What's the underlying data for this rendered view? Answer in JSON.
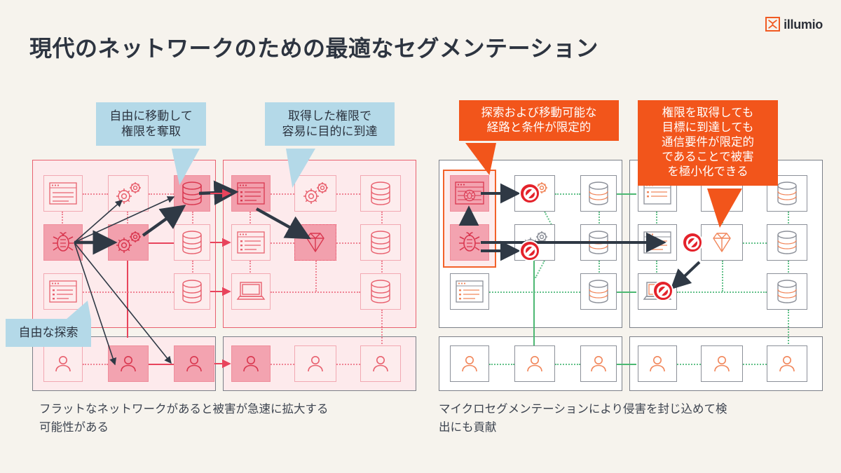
{
  "brand": {
    "logo_text": "illumio",
    "logo_icon": "illumio-x-mark-icon",
    "accent_orange": "#f05a22",
    "accent_red": "#e8445c",
    "accent_green": "#4cb872",
    "background": "#f6f3ed"
  },
  "header": {
    "title": "現代のネットワークのための最適なセグメンテーション"
  },
  "callouts": {
    "blue_1": "自由に移動して\n権限を奪取",
    "blue_1_lines": [
      "自由に移動して",
      "権限を奪取"
    ],
    "blue_2_lines": [
      "取得した権限で",
      "容易に目的に到達"
    ],
    "blue_3_lines": [
      "自由な探索"
    ],
    "orange_1_lines": [
      "探索および移動可能な",
      "経路と条件が限定的"
    ],
    "orange_2_lines": [
      "権限を取得しても",
      "目標に到達しても",
      "通信要件が限定的",
      "であることで被害",
      "を極小化できる"
    ]
  },
  "captions": {
    "left_lines": [
      "フラットなネットワークがあると被害が急速に拡大する",
      "可能性がある"
    ],
    "right_lines": [
      "マイクロセグメンテーションにより侵害を封じ込めて検",
      "出にも貢献"
    ]
  },
  "diagram_left": {
    "label": "flat-network-diagram",
    "theme": "red",
    "zones": [
      {
        "name": "zone-left-top",
        "cols": 3,
        "rows": 3
      },
      {
        "name": "zone-right-top",
        "cols": 3,
        "rows": 3
      },
      {
        "name": "zone-left-bottom",
        "cols": 3,
        "rows": 1
      },
      {
        "name": "zone-right-bottom",
        "cols": 3,
        "rows": 1
      }
    ],
    "cells": [
      {
        "zone": "zone-left-top",
        "r": 0,
        "c": 0,
        "icon": "browser-window-icon",
        "state": "outline"
      },
      {
        "zone": "zone-left-top",
        "r": 0,
        "c": 1,
        "icon": "gears-icon",
        "state": "outline"
      },
      {
        "zone": "zone-left-top",
        "r": 0,
        "c": 2,
        "icon": "database-icon",
        "state": "filled"
      },
      {
        "zone": "zone-left-top",
        "r": 1,
        "c": 0,
        "icon": "bug-icon",
        "state": "filled"
      },
      {
        "zone": "zone-left-top",
        "r": 1,
        "c": 1,
        "icon": "gears-icon",
        "state": "filled"
      },
      {
        "zone": "zone-left-top",
        "r": 1,
        "c": 2,
        "icon": "database-icon",
        "state": "outline"
      },
      {
        "zone": "zone-left-top",
        "r": 2,
        "c": 0,
        "icon": "browser-list-icon",
        "state": "outline"
      },
      {
        "zone": "zone-left-top",
        "r": 2,
        "c": 2,
        "icon": "database-icon",
        "state": "outline"
      },
      {
        "zone": "zone-right-top",
        "r": 0,
        "c": 0,
        "icon": "browser-list-icon",
        "state": "filled"
      },
      {
        "zone": "zone-right-top",
        "r": 0,
        "c": 1,
        "icon": "gears-icon",
        "state": "outline"
      },
      {
        "zone": "zone-right-top",
        "r": 0,
        "c": 2,
        "icon": "database-icon",
        "state": "outline"
      },
      {
        "zone": "zone-right-top",
        "r": 1,
        "c": 0,
        "icon": "browser-list-icon",
        "state": "outline"
      },
      {
        "zone": "zone-right-top",
        "r": 1,
        "c": 1,
        "icon": "diamond-icon",
        "state": "filled-dotted"
      },
      {
        "zone": "zone-right-top",
        "r": 1,
        "c": 2,
        "icon": "database-icon",
        "state": "outline"
      },
      {
        "zone": "zone-right-top",
        "r": 2,
        "c": 0,
        "icon": "laptop-icon",
        "state": "outline"
      },
      {
        "zone": "zone-right-top",
        "r": 2,
        "c": 2,
        "icon": "database-icon",
        "state": "outline"
      },
      {
        "zone": "zone-left-bottom",
        "r": 0,
        "c": 0,
        "icon": "user-icon",
        "state": "outline"
      },
      {
        "zone": "zone-left-bottom",
        "r": 0,
        "c": 1,
        "icon": "user-icon",
        "state": "filled"
      },
      {
        "zone": "zone-left-bottom",
        "r": 0,
        "c": 2,
        "icon": "user-icon",
        "state": "filled"
      },
      {
        "zone": "zone-right-bottom",
        "r": 0,
        "c": 0,
        "icon": "user-icon",
        "state": "filled"
      },
      {
        "zone": "zone-right-bottom",
        "r": 0,
        "c": 1,
        "icon": "user-icon",
        "state": "outline"
      },
      {
        "zone": "zone-right-bottom",
        "r": 0,
        "c": 2,
        "icon": "user-icon",
        "state": "outline"
      }
    ],
    "attack_arrow_count": 8,
    "blocked_count": 0
  },
  "diagram_right": {
    "label": "microsegmentation-diagram",
    "theme": "gray-orange",
    "zones": [
      {
        "name": "zone-left-top",
        "cols": 3,
        "rows": 3
      },
      {
        "name": "zone-right-top",
        "cols": 3,
        "rows": 3
      },
      {
        "name": "zone-left-bottom",
        "cols": 3,
        "rows": 1
      },
      {
        "name": "zone-right-bottom",
        "cols": 3,
        "rows": 1
      }
    ],
    "cells": [
      {
        "zone": "zone-left-top",
        "r": 0,
        "c": 0,
        "icon": "infected-browser-icon",
        "state": "compromised"
      },
      {
        "zone": "zone-left-top",
        "r": 0,
        "c": 1,
        "icon": "gears-icon",
        "state": "outline"
      },
      {
        "zone": "zone-left-top",
        "r": 0,
        "c": 2,
        "icon": "database-icon",
        "state": "outline"
      },
      {
        "zone": "zone-left-top",
        "r": 1,
        "c": 0,
        "icon": "bug-icon",
        "state": "compromised"
      },
      {
        "zone": "zone-left-top",
        "r": 1,
        "c": 1,
        "icon": "gears-icon",
        "state": "outline"
      },
      {
        "zone": "zone-left-top",
        "r": 1,
        "c": 2,
        "icon": "database-icon",
        "state": "outline"
      },
      {
        "zone": "zone-left-top",
        "r": 2,
        "c": 0,
        "icon": "browser-list-icon",
        "state": "outline"
      },
      {
        "zone": "zone-left-top",
        "r": 2,
        "c": 2,
        "icon": "database-icon",
        "state": "outline"
      },
      {
        "zone": "zone-right-top",
        "r": 0,
        "c": 0,
        "icon": "browser-list-icon",
        "state": "outline"
      },
      {
        "zone": "zone-right-top",
        "r": 0,
        "c": 1,
        "icon": "gears-icon",
        "state": "outline"
      },
      {
        "zone": "zone-right-top",
        "r": 0,
        "c": 2,
        "icon": "database-icon",
        "state": "outline"
      },
      {
        "zone": "zone-right-top",
        "r": 1,
        "c": 0,
        "icon": "browser-list-icon",
        "state": "outline"
      },
      {
        "zone": "zone-right-top",
        "r": 1,
        "c": 1,
        "icon": "diamond-icon",
        "state": "outline"
      },
      {
        "zone": "zone-right-top",
        "r": 1,
        "c": 2,
        "icon": "database-icon",
        "state": "outline"
      },
      {
        "zone": "zone-right-top",
        "r": 2,
        "c": 0,
        "icon": "laptop-icon",
        "state": "outline"
      },
      {
        "zone": "zone-right-top",
        "r": 2,
        "c": 2,
        "icon": "database-icon",
        "state": "outline"
      },
      {
        "zone": "zone-left-bottom",
        "r": 0,
        "c": 0,
        "icon": "user-icon",
        "state": "outline"
      },
      {
        "zone": "zone-left-bottom",
        "r": 0,
        "c": 1,
        "icon": "user-icon",
        "state": "outline"
      },
      {
        "zone": "zone-left-bottom",
        "r": 0,
        "c": 2,
        "icon": "user-icon",
        "state": "outline"
      },
      {
        "zone": "zone-right-bottom",
        "r": 0,
        "c": 0,
        "icon": "user-icon",
        "state": "outline"
      },
      {
        "zone": "zone-right-bottom",
        "r": 0,
        "c": 1,
        "icon": "user-icon",
        "state": "outline"
      },
      {
        "zone": "zone-right-bottom",
        "r": 0,
        "c": 2,
        "icon": "user-icon",
        "state": "outline"
      }
    ],
    "attack_arrow_count": 4,
    "blocked_count": 4,
    "blocked_icon": "no-entry-icon"
  }
}
